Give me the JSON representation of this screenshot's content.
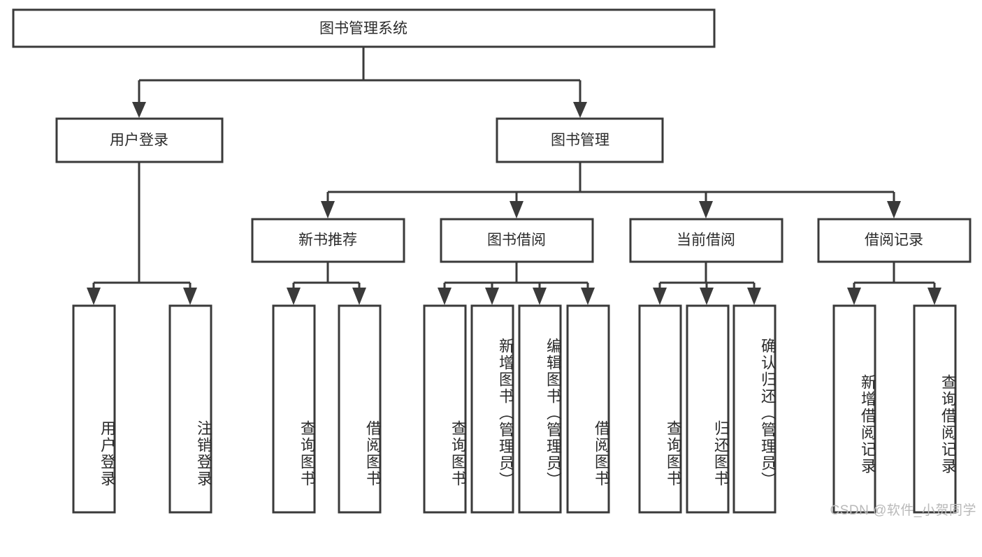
{
  "diagram": {
    "title": "图书管理系统",
    "type": "tree-hierarchy",
    "watermark": "CSDN @软件_小贺同学",
    "colors": {
      "stroke": "#3a3a3a",
      "fill": "#ffffff",
      "text": "#2b2b2b",
      "watermark": "#b9b9b9"
    },
    "levels": {
      "root": {
        "label": "图书管理系统",
        "orientation": "horizontal"
      },
      "level2": [
        {
          "label": "用户登录",
          "orientation": "horizontal"
        },
        {
          "label": "图书管理",
          "orientation": "horizontal"
        }
      ],
      "level3": [
        {
          "label": "新书推荐",
          "orientation": "horizontal"
        },
        {
          "label": "图书借阅",
          "orientation": "horizontal"
        },
        {
          "label": "当前借阅",
          "orientation": "horizontal"
        },
        {
          "label": "借阅记录",
          "orientation": "horizontal"
        }
      ],
      "leaves": [
        {
          "label": "用户登录",
          "parent": "用户登录",
          "orientation": "vertical"
        },
        {
          "label": "注销登录",
          "parent": "用户登录",
          "orientation": "vertical"
        },
        {
          "label": "查询图书",
          "parent": "新书推荐",
          "orientation": "vertical"
        },
        {
          "label": "借阅图书",
          "parent": "新书推荐",
          "orientation": "vertical"
        },
        {
          "label": "查询图书",
          "parent": "图书借阅",
          "orientation": "vertical"
        },
        {
          "label": "新增图书（管理员）",
          "parent": "图书借阅",
          "orientation": "vertical"
        },
        {
          "label": "编辑图书（管理员）",
          "parent": "图书借阅",
          "orientation": "vertical"
        },
        {
          "label": "借阅图书",
          "parent": "图书借阅",
          "orientation": "vertical"
        },
        {
          "label": "查询图书",
          "parent": "当前借阅",
          "orientation": "vertical"
        },
        {
          "label": "归还图书",
          "parent": "当前借阅",
          "orientation": "vertical"
        },
        {
          "label": "确认归还（管理员）",
          "parent": "当前借阅",
          "orientation": "vertical"
        },
        {
          "label": "新增借阅记录",
          "parent": "借阅记录",
          "orientation": "vertical"
        },
        {
          "label": "查询借阅记录",
          "parent": "借阅记录",
          "orientation": "vertical"
        }
      ]
    }
  }
}
